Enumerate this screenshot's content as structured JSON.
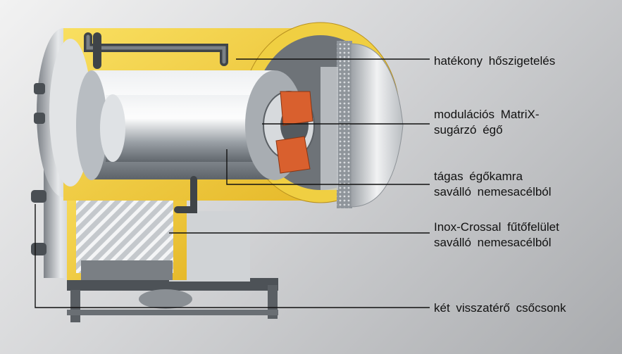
{
  "diagram": {
    "labels": [
      {
        "id": "insulation",
        "lines": [
          "hatékony hőszigetelés"
        ]
      },
      {
        "id": "burner",
        "lines": [
          "modulációs MatriX-",
          "sugárzó égő"
        ]
      },
      {
        "id": "chamber",
        "lines": [
          "tágas égőkamra",
          "saválló nemesacélból"
        ]
      },
      {
        "id": "heating-surface",
        "lines": [
          "Inox-Crossal fűtőfelület",
          "saválló nemesacélból"
        ]
      },
      {
        "id": "return",
        "lines": [
          "két visszatérő csőcsonk"
        ]
      }
    ]
  },
  "colors": {
    "insulation": "#f3cf3a",
    "burner_block": "#d9602e",
    "steel": "#c9cdd1",
    "leader": "#111111"
  }
}
